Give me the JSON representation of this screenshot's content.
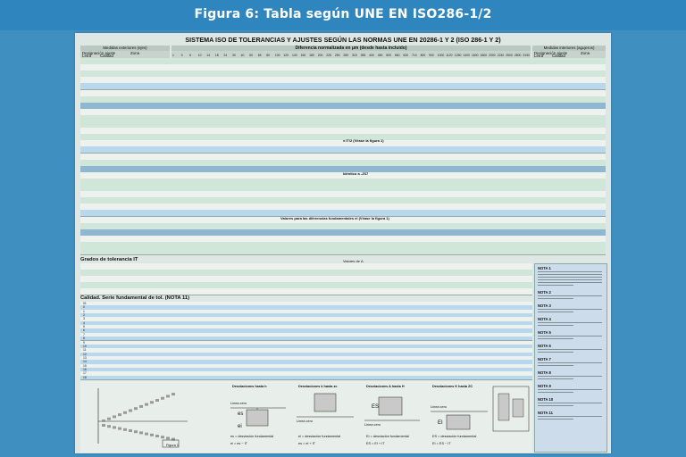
{
  "header": {
    "title": "Figura 6: Tabla según UNE EN ISO286-1/2"
  },
  "sheet": {
    "title": "SISTEMA ISO DE TOLERANCIAS Y AJUSTES SEGÚN LAS NORMAS UNE EN 20286-1 Y 2 (ISO 286-1 Y 2)",
    "header_left": "Medidas exteriores (ejes)",
    "header_center": "Diferencia normalizada en μm (desde hasta incluido)",
    "header_right": "Medidas interiores (agujeros)",
    "left_col_labels": [
      "Designación ajuste",
      "Zona",
      "Letra",
      "Calidad"
    ],
    "right_col_labels": [
      "Designación ajuste",
      "Zona",
      "Letra",
      "Calidad"
    ],
    "sizes": [
      "1",
      "3",
      "6",
      "10",
      "14",
      "18",
      "24",
      "30",
      "40",
      "50",
      "65",
      "80",
      "100",
      "120",
      "140",
      "160",
      "180",
      "200",
      "225",
      "250",
      "280",
      "315",
      "355",
      "400",
      "450",
      "500",
      "560",
      "630",
      "710",
      "800",
      "900",
      "1000",
      "1120",
      "1250",
      "1400",
      "1600",
      "1800",
      "2000",
      "2240",
      "2500",
      "2800",
      "3150"
    ],
    "mid_labels": [
      "± IT/2 (Véase la figura 1)",
      "Idéntico a -JS7",
      "Valores para las diferencias fundamentales ei (Véase la figura 1)"
    ],
    "section_grados": "Grados de tolerancia IT",
    "section_grados_right": "Valores de Δ",
    "section_calidad": "Calidad. Serie fundamental de tol. (NOTA 11)",
    "quality_labels": [
      "01",
      "0",
      "1",
      "2",
      "3",
      "4",
      "5",
      "6",
      "7",
      "8",
      "9",
      "10",
      "11",
      "12",
      "13",
      "14",
      "15",
      "16",
      "17",
      "18"
    ],
    "notes": [
      "NOTA 1",
      "NOTA 2",
      "NOTA 3",
      "NOTA 4",
      "NOTA 5",
      "NOTA 6",
      "NOTA 7",
      "NOTA 8",
      "NOTA 9",
      "NOTA 10",
      "NOTA 11"
    ],
    "figure_labels": {
      "fig1": "Figura 1",
      "d1": "Desviaciones hasta h",
      "d2": "Desviaciones k hasta zc",
      "d3": "Desviaciones A hasta H",
      "d4": "Desviaciones K hasta ZC",
      "linea_cero": "Línea cero",
      "es": "es",
      "ei": "ei",
      "Es": "ES",
      "Ei": "EI"
    },
    "formulas": [
      "es = desviación fundamental",
      "ei = es − IT",
      "ei = desviación fundamental",
      "es = ei + IT",
      "EI = desviación fundamental",
      "ES = EI + IT",
      "ES = desviación fundamental",
      "EI = ES − IT"
    ]
  }
}
